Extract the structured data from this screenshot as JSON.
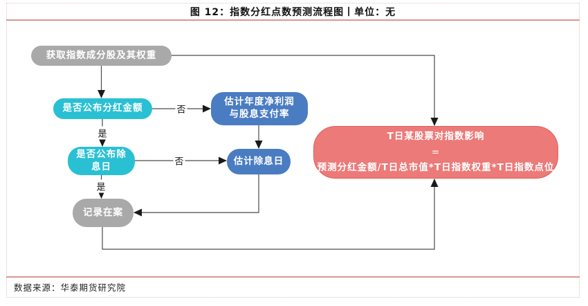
{
  "figure": {
    "title": "图 12：指数分红点数预测流程图丨单位：无",
    "source": "数据来源：华泰期货研究院"
  },
  "colors": {
    "accent_line": "#D99694",
    "dotted_border": "#DCC3C3",
    "node_gray": "#A9A9A9",
    "node_teal": "#2AC0D4",
    "node_blue": "#4A7CC2",
    "node_red": "#EB7A78",
    "node_red_border": "#E25D5B",
    "arrow_line": "#4A4A4A",
    "arrow_head": "#1A1A1A"
  },
  "flowchart": {
    "nodes": {
      "get_constituents": {
        "label": "获取指数成分股及其权重"
      },
      "dividend_announced": {
        "label": "是否公布分红金额"
      },
      "estimate_profit": {
        "line1": "估计年度净利润",
        "line2": "与股息支付率"
      },
      "ex_date_announced": {
        "line1": "是否公布除",
        "line2": "息日"
      },
      "estimate_ex_date": {
        "label": "估计除息日"
      },
      "record": {
        "label": "记录在案"
      },
      "result": {
        "line1": "T日某股票对指数影响",
        "line2": "=",
        "line3": "预测分红金额/T日总市值*T日指数权重*T日指数点位"
      }
    },
    "edge_labels": {
      "no1": "否",
      "no2": "否",
      "yes1": "是",
      "yes2": "是"
    }
  }
}
